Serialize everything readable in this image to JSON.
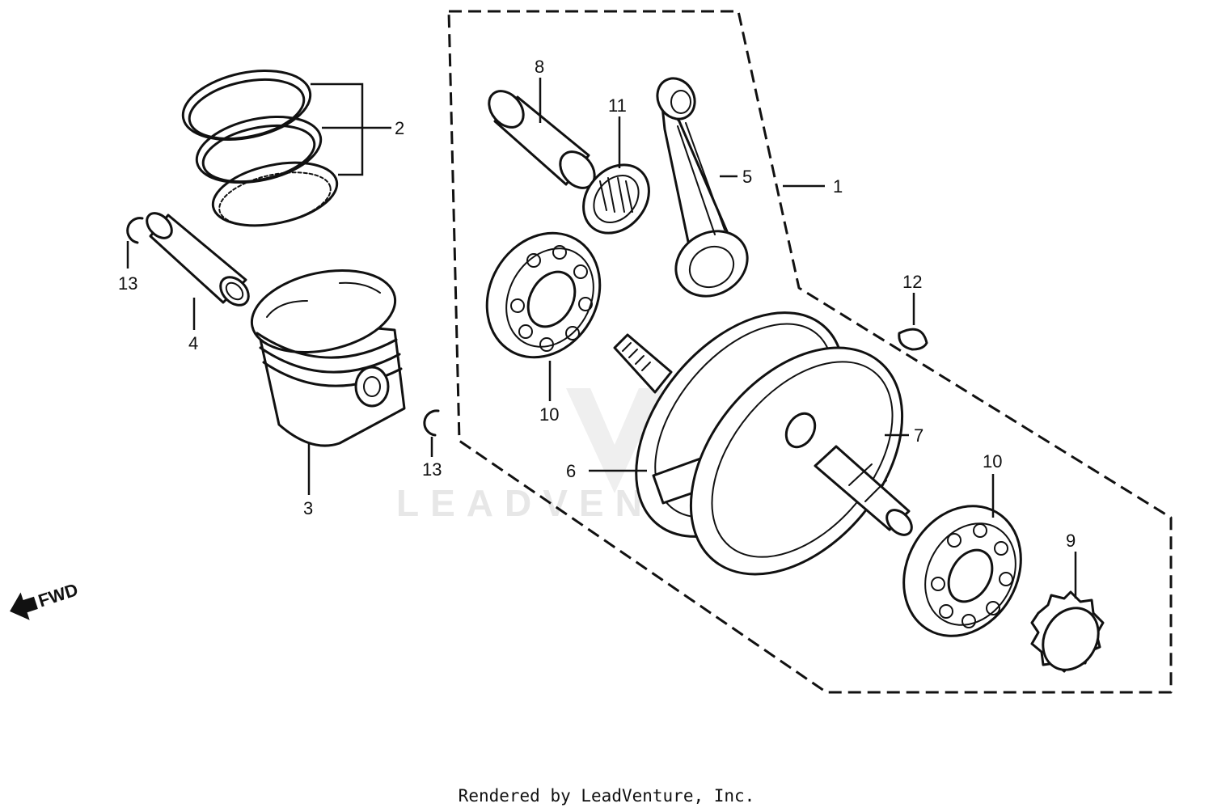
{
  "watermark": {
    "text": "LEADVENTURE"
  },
  "direction_marker": {
    "label": "FWD",
    "icon": "arrow-left-icon"
  },
  "callouts": {
    "c1": "1",
    "c2": "2",
    "c3": "3",
    "c4": "4",
    "c5": "5",
    "c6": "6",
    "c7": "7",
    "c8": "8",
    "c9": "9",
    "c10a": "10",
    "c10b": "10",
    "c11": "11",
    "c12": "12",
    "c13a": "13",
    "c13b": "13"
  },
  "footer": {
    "credit": "Rendered by LeadVenture, Inc."
  }
}
